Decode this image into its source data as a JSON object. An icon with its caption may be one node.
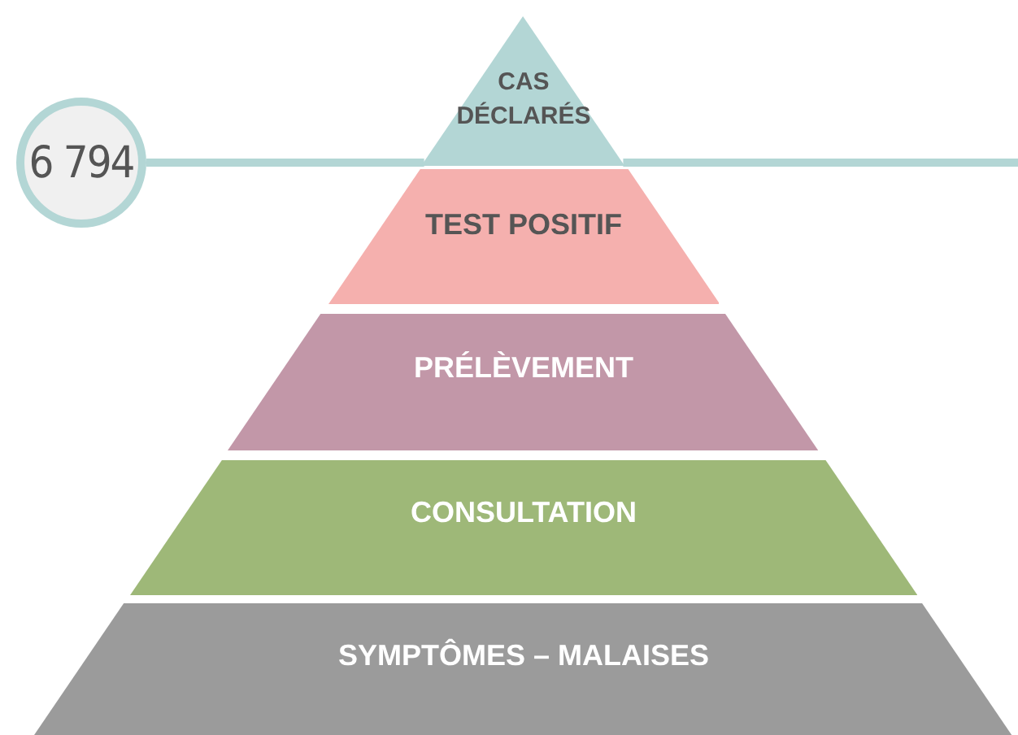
{
  "diagram": {
    "nodes": [
      {
        "text": [
          "CAS DÉCLARÉS"
        ]
      },
      {
        "text": [
          "6 794"
        ]
      },
      {
        "text": [
          "TEST POSITIF"
        ]
      },
      {
        "text": [
          "PRÉLÈVEMENT"
        ]
      },
      {
        "text": [
          "CONSULTATION"
        ]
      },
      {
        "text": [
          "SYMPTÔMES – MALAISES"
        ]
      }
    ],
    "edges": [
      {
        "from": 1,
        "to": 0,
        "arrow": "none"
      }
    ]
  }
}
